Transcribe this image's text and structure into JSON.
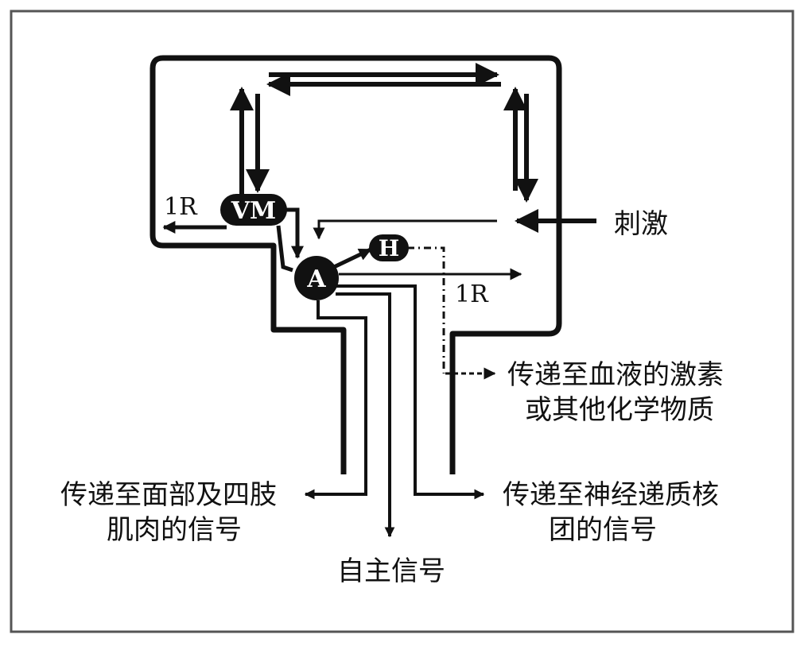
{
  "nodes": {
    "vm": "VM",
    "a": "A",
    "h": "H"
  },
  "labels": {
    "ir_left": "1R",
    "ir_right": "1R",
    "stimulus": "刺激",
    "hormone_line1": "传递至血液的激素",
    "hormone_line2": "或其他化学物质",
    "face_line1": "传递至面部及四肢",
    "face_line2": "肌肉的信号",
    "autonomic": "自主信号",
    "neuro_line1": "传递至神经递质核",
    "neuro_line2": "团的信号"
  },
  "colors": {
    "ink": "#111111",
    "frame": "#555555",
    "background": "#ffffff"
  }
}
